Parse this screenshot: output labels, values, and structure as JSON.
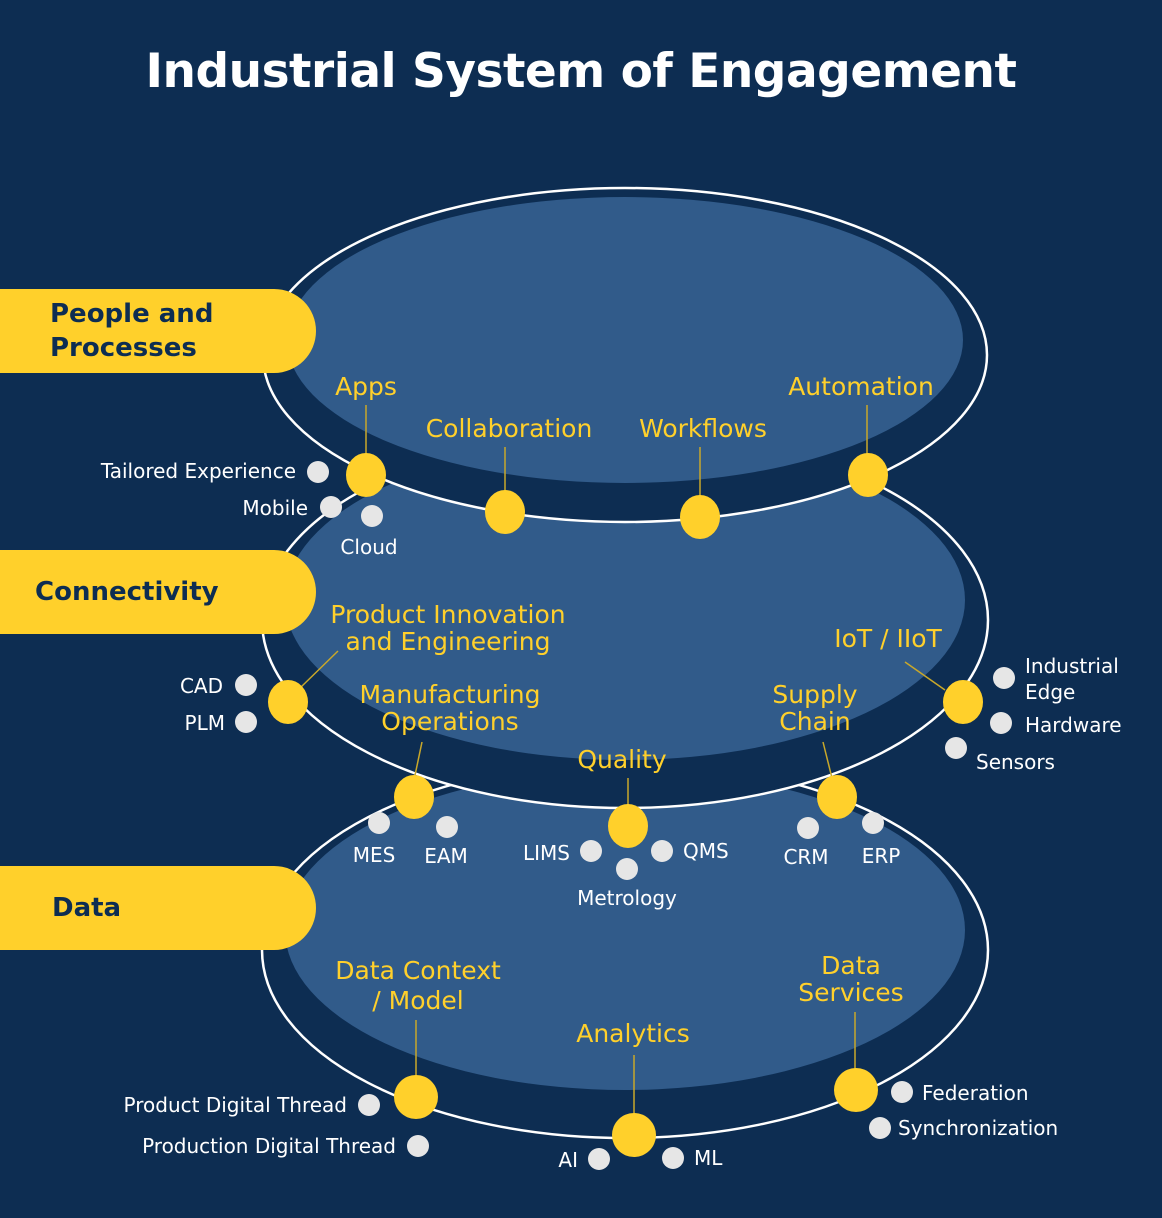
{
  "title": "Industrial System of Engagement",
  "colors": {
    "background": "#0d2d52",
    "ellipse_fill": "#315b8a",
    "accent": "#ffd02b",
    "node_white": "#e6e6e6"
  },
  "layers": [
    {
      "label": "People and Processes"
    },
    {
      "label": "Connectivity"
    },
    {
      "label": "Data"
    }
  ],
  "capabilities": {
    "apps": {
      "label": "Apps",
      "items": [
        "Tailored Experience",
        "Mobile",
        "Cloud"
      ]
    },
    "collaboration": {
      "label": "Collaboration"
    },
    "workflows": {
      "label": "Workflows"
    },
    "automation": {
      "label": "Automation"
    },
    "product_innovation": {
      "label": "Product Innovation and Engineering",
      "line1": "Product Innovation",
      "line2": "and Engineering",
      "items": [
        "CAD",
        "PLM"
      ]
    },
    "manufacturing": {
      "label": "Manufacturing Operations",
      "line1": "Manufacturing",
      "line2": "Operations",
      "items": [
        "MES",
        "EAM"
      ]
    },
    "quality": {
      "label": "Quality",
      "items": [
        "LIMS",
        "QMS",
        "Metrology"
      ]
    },
    "supply_chain": {
      "label": "Supply Chain",
      "line1": "Supply",
      "line2": "Chain",
      "items": [
        "CRM",
        "ERP"
      ]
    },
    "iot": {
      "label": "IoT / IIoT",
      "items": [
        "Industrial Edge",
        "Hardware",
        "Sensors"
      ],
      "item0_line1": "Industrial",
      "item0_line2": "Edge"
    },
    "data_context": {
      "label": "Data Context / Model",
      "line1": "Data Context",
      "line2": "/ Model",
      "items": [
        "Product Digital Thread",
        "Production Digital Thread"
      ]
    },
    "analytics": {
      "label": "Analytics",
      "items": [
        "AI",
        "ML"
      ]
    },
    "data_services": {
      "label": "Data Services",
      "line1": "Data",
      "line2": "Services",
      "items": [
        "Federation",
        "Synchronization"
      ]
    }
  }
}
